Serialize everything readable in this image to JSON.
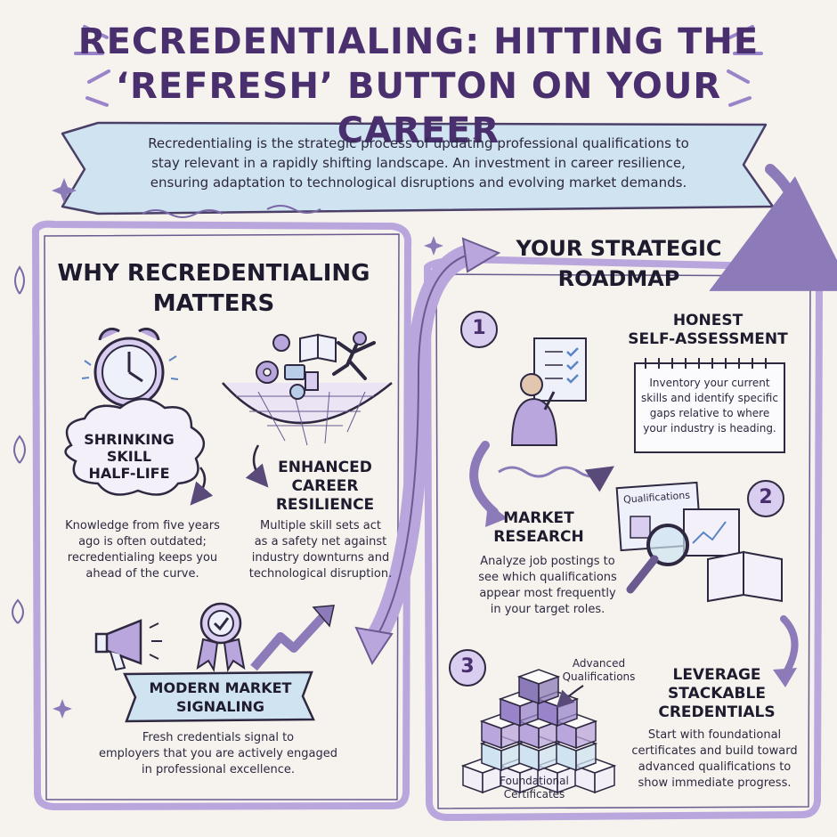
{
  "title": {
    "line1": "RECREDENTIALING: HITTING THE",
    "line2": "‘REFRESH’ BUTTON ON YOUR CAREER"
  },
  "intro": {
    "line1": "Recredentialing is the strategic process of updating professional qualifications to",
    "line2": "stay relevant in a rapidly shifting landscape. An investment in career resilience,",
    "line3": "ensuring adaptation to technological disruptions and evolving market demands."
  },
  "why": {
    "heading1": "WHY RECREDENTIALING",
    "heading2": "MATTERS",
    "skill": {
      "title1": "SHRINKING",
      "title2": "SKILL",
      "title3": "HALF-LIFE",
      "text1": "Knowledge from five years",
      "text2": "ago is often outdated;",
      "text3": "recredentialing keeps you",
      "text4": "ahead of the curve."
    },
    "resilience": {
      "title1": "ENHANCED",
      "title2": "CAREER",
      "title3": "RESILIENCE",
      "text1": "Multiple skill sets act",
      "text2": "as a safety net against",
      "text3": "industry downturns and",
      "text4": "technological disruption."
    },
    "signaling": {
      "title1": "MODERN MARKET",
      "title2": "SIGNALING",
      "text1": "Fresh credentials signal to",
      "text2": "employers that you are actively engaged",
      "text3": "in professional excellence."
    }
  },
  "roadmap": {
    "heading1": "YOUR STRATEGIC",
    "heading2": "ROADMAP",
    "step1": {
      "num": "1",
      "title1": "HONEST",
      "title2": "SELF-ASSESSMENT",
      "text1": "Inventory your current",
      "text2": "skills and identify specific",
      "text3": "gaps relative to where",
      "text4": "your industry is heading."
    },
    "step2": {
      "num": "2",
      "title1": "MARKET",
      "title2": "RESEARCH",
      "doc_label": "Qualifications",
      "text1": "Analyze job postings to",
      "text2": "see which qualifications",
      "text3": "appear most frequently",
      "text4": "in your target roles."
    },
    "step3": {
      "num": "3",
      "title1": "LEVERAGE",
      "title2": "STACKABLE",
      "title3": "CREDENTIALS",
      "top_label1": "Advanced",
      "top_label2": "Qualifications",
      "bottom_label1": "Foundational",
      "bottom_label2": "Certificates",
      "text1": "Start with foundational",
      "text2": "certificates and build toward",
      "text3": "advanced qualifications to",
      "text4": "show immediate progress."
    }
  },
  "colors": {
    "accent": "#4a2f6e",
    "lavender": "#c9b6e4",
    "banner_blue": "#cfe3f1",
    "background": "#f6f3ee"
  }
}
